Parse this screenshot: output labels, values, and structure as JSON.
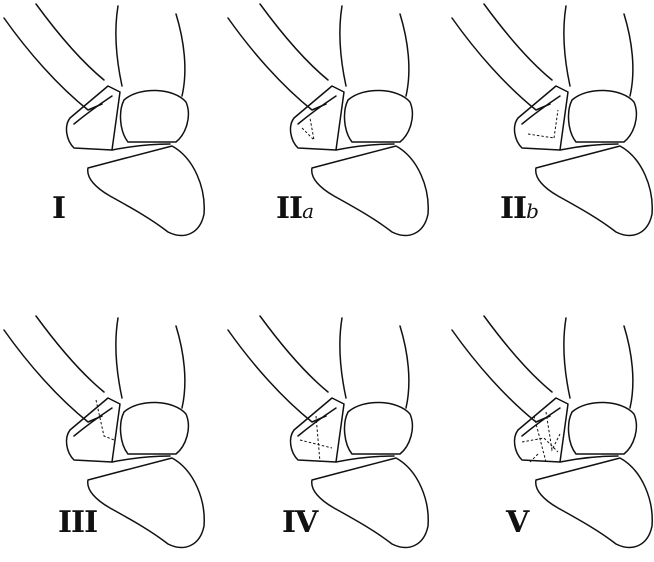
{
  "panels": [
    {
      "id": "I",
      "numeral": "I",
      "suffix": "",
      "pattern": "none"
    },
    {
      "id": "IIa",
      "numeral": "II",
      "suffix": "a",
      "pattern": "physis-corner"
    },
    {
      "id": "IIb",
      "numeral": "II",
      "suffix": "b",
      "pattern": "metaphysis-wedge"
    },
    {
      "id": "III",
      "numeral": "III",
      "suffix": "",
      "pattern": "epiphysis-split"
    },
    {
      "id": "IV",
      "numeral": "IV",
      "suffix": "",
      "pattern": "physis-cross"
    },
    {
      "id": "V",
      "numeral": "V",
      "suffix": "",
      "pattern": "comminuted"
    }
  ]
}
